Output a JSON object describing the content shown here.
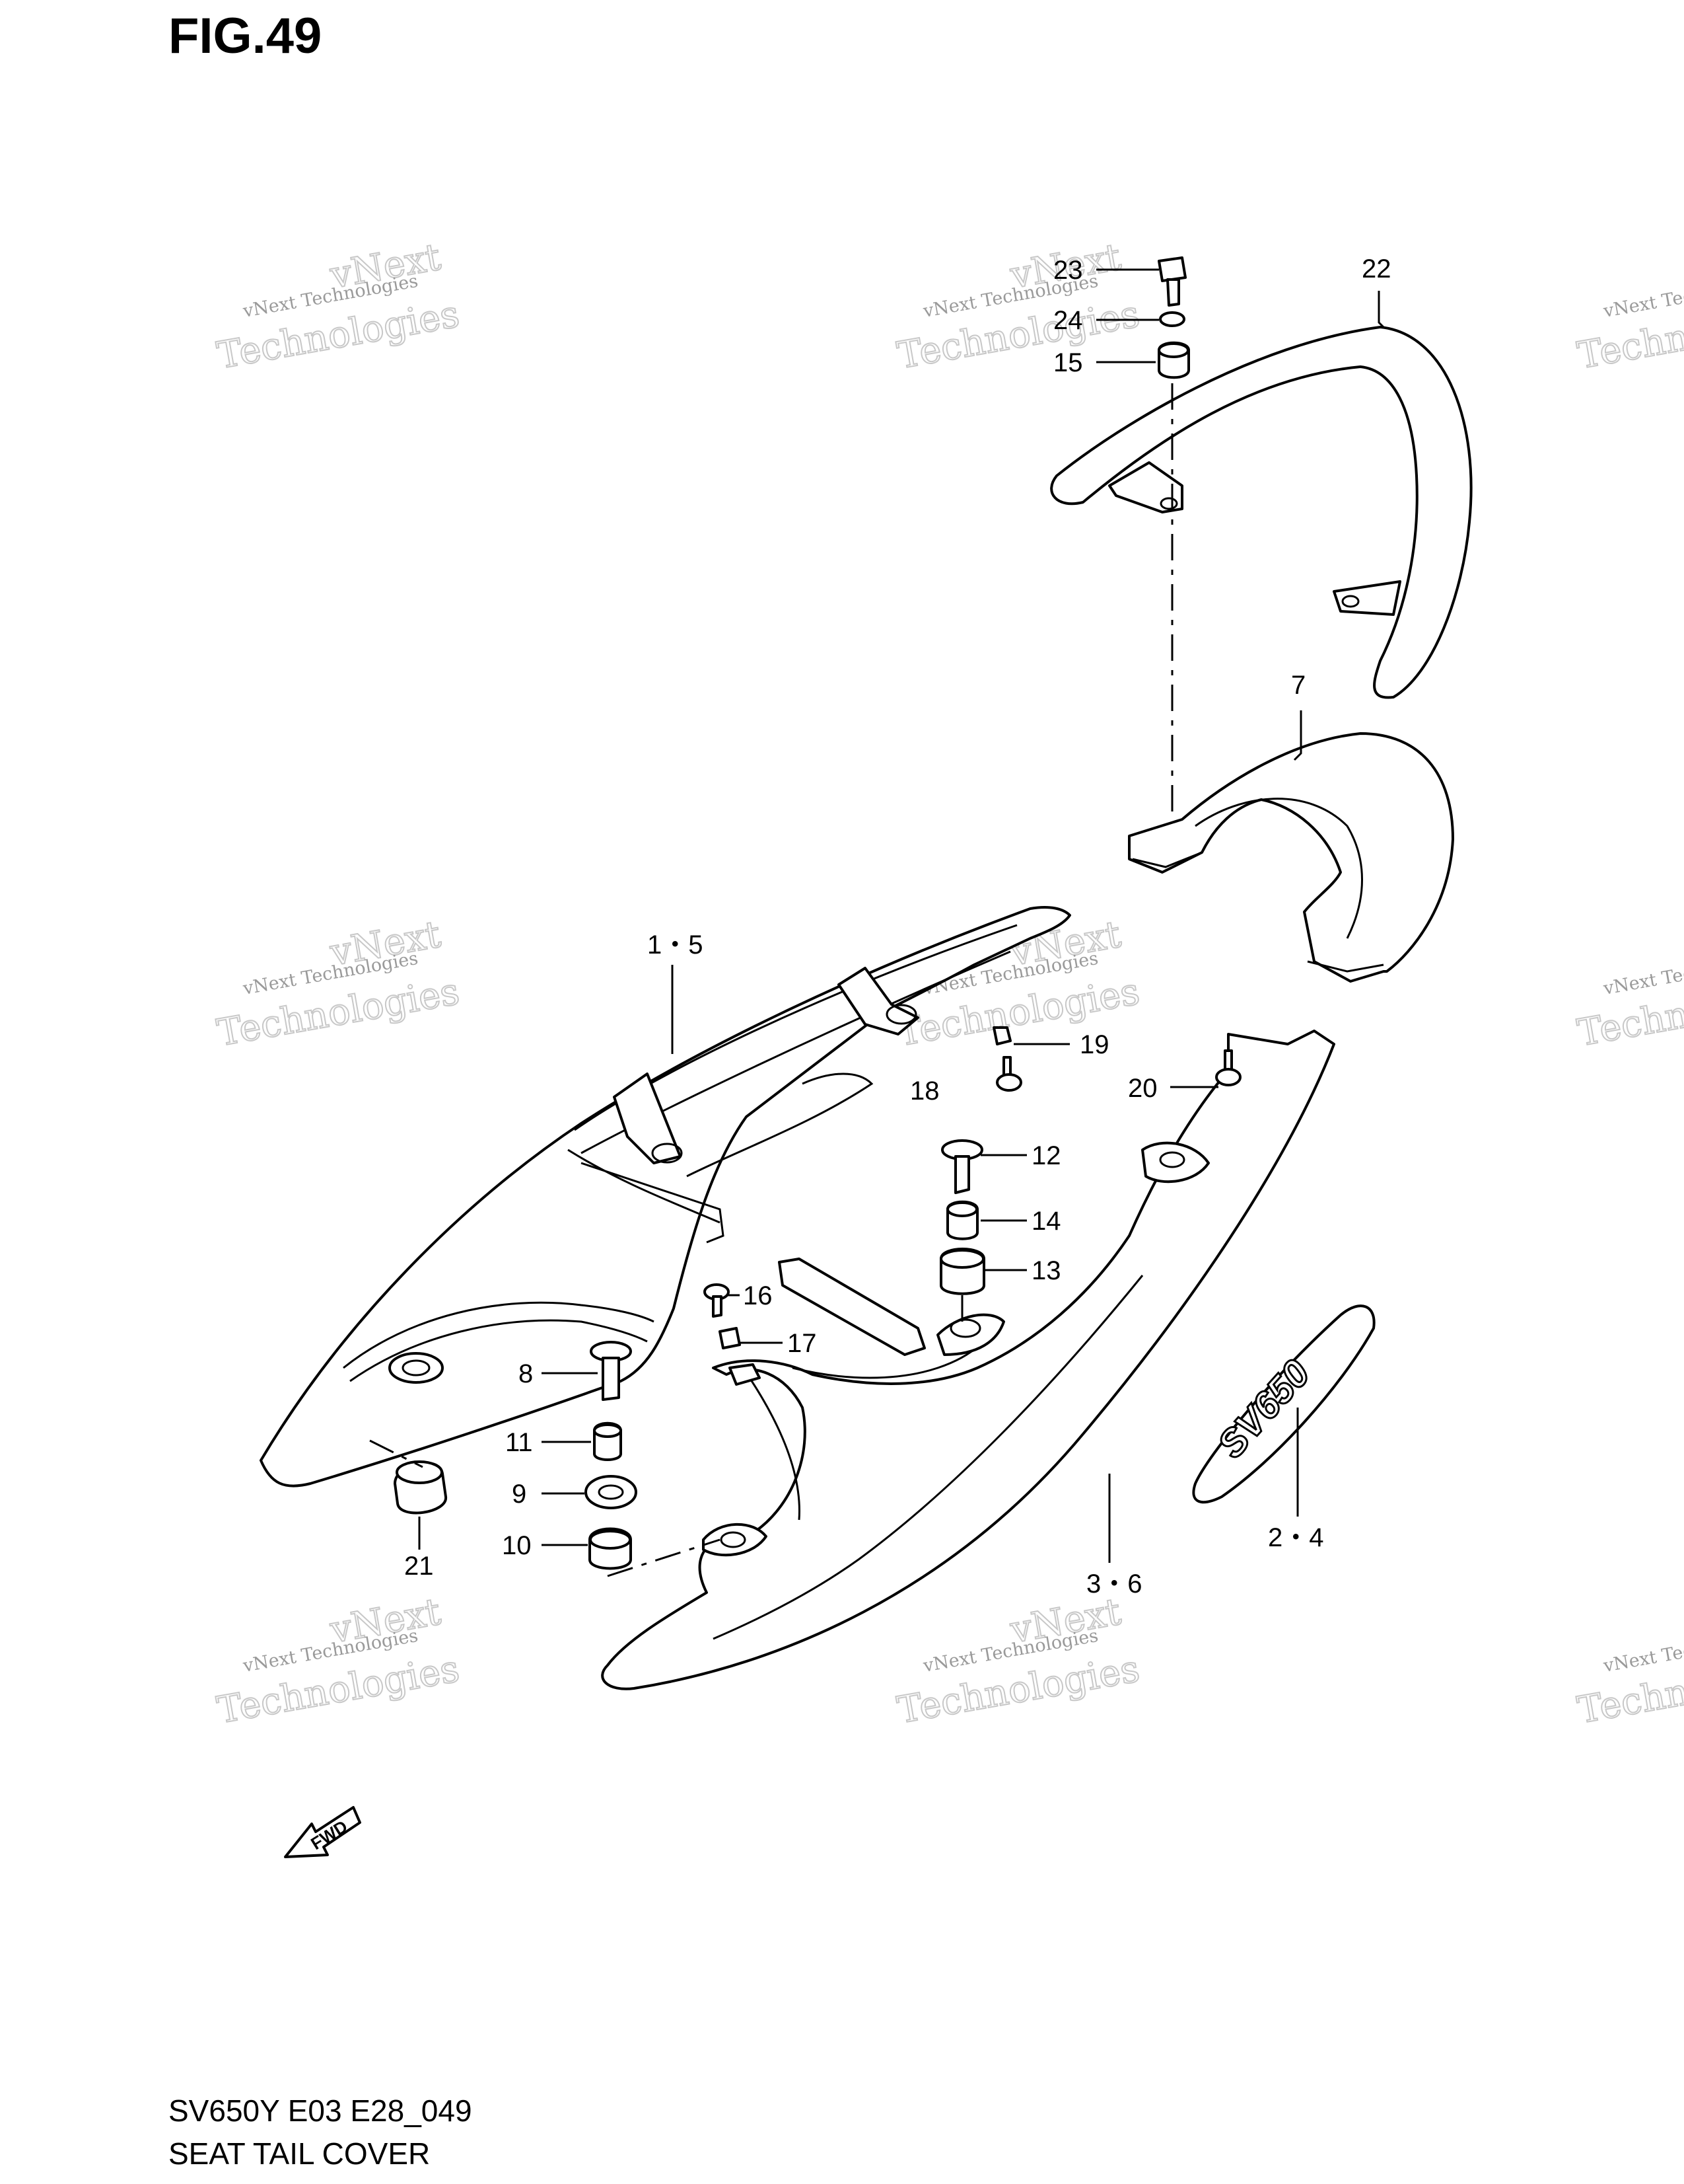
{
  "figure": {
    "title": "FIG.49",
    "model_code": "SV650Y E03 E28_049",
    "caption": "SEAT TAIL COVER",
    "fwd_label": "FWD",
    "emblem_text": "SV650"
  },
  "watermark": {
    "line1": "vNext Technologies",
    "line2": "vNext",
    "line3": "Technologies"
  },
  "callouts": [
    {
      "id": "c23",
      "label": "23"
    },
    {
      "id": "c24",
      "label": "24"
    },
    {
      "id": "c15",
      "label": "15"
    },
    {
      "id": "c22",
      "label": "22"
    },
    {
      "id": "c7",
      "label": "7"
    },
    {
      "id": "c15b",
      "label": "1・5"
    },
    {
      "id": "c19",
      "label": "19"
    },
    {
      "id": "c18",
      "label": "18"
    },
    {
      "id": "c20",
      "label": "20"
    },
    {
      "id": "c12",
      "label": "12"
    },
    {
      "id": "c14",
      "label": "14"
    },
    {
      "id": "c13",
      "label": "13"
    },
    {
      "id": "c16",
      "label": "16"
    },
    {
      "id": "c17",
      "label": "17"
    },
    {
      "id": "c8",
      "label": "8"
    },
    {
      "id": "c11",
      "label": "11"
    },
    {
      "id": "c9",
      "label": "9"
    },
    {
      "id": "c10",
      "label": "10"
    },
    {
      "id": "c21",
      "label": "21"
    },
    {
      "id": "c36",
      "label": "3・6"
    },
    {
      "id": "c24b",
      "label": "2・4"
    }
  ]
}
